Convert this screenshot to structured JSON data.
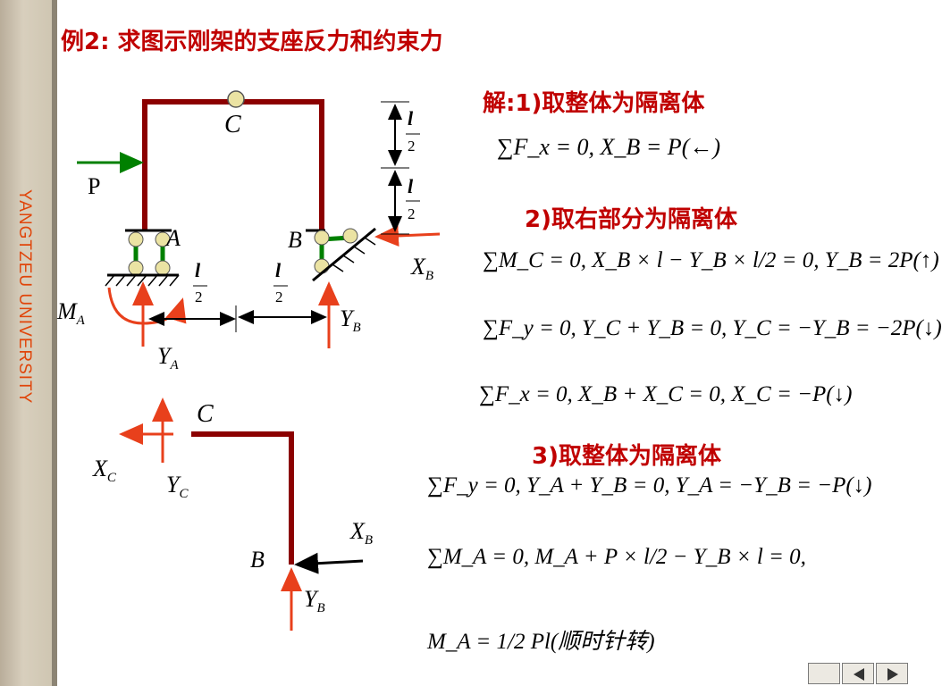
{
  "sidebar": {
    "text": "YANGTZEU   UNIVERSITY"
  },
  "title": "例2: 求图示刚架的支座反力和约束力",
  "steps": {
    "step1": "解:1)取整体为隔离体",
    "step2": "2)取右部分为隔离体",
    "step3": "3)取整体为隔离体"
  },
  "diagram": {
    "labels": {
      "C_top": "C",
      "P": "P",
      "A": "A",
      "B": "B",
      "XB": "X",
      "XB_sub": "B",
      "MA": "M",
      "MA_sub": "A",
      "YA": "Y",
      "YA_sub": "A",
      "YB": "Y",
      "YB_sub": "B",
      "l": "l",
      "two": "2",
      "C_low": "C",
      "XC": "X",
      "XC_sub": "C",
      "YC": "Y",
      "YC_sub": "C",
      "XB2": "X",
      "XB2_sub": "B",
      "B2": "B",
      "YB2": "Y",
      "YB2_sub": "B"
    }
  },
  "equations": {
    "e1": "∑F_x = 0,   X_B = P(←)",
    "e2": "∑M_C = 0, X_B × l − Y_B × l/2 = 0, Y_B = 2P(↑)",
    "e3": "∑F_y = 0, Y_C + Y_B = 0, Y_C = −Y_B = −2P(↓)",
    "e4": "∑F_x = 0,   X_B + X_C = 0, X_C = −P(↓)",
    "e5": "∑F_y = 0, Y_A + Y_B = 0, Y_A = −Y_B = −P(↓)",
    "e6": "∑M_A = 0, M_A + P × l/2 − Y_B × l = 0,",
    "e7": "M_A = 1/2 Pl(顺时针转)"
  },
  "nav": {
    "prev": "previous-slide",
    "next": "next-slide"
  },
  "colors": {
    "title": "#c00000",
    "frame": "#8b0000",
    "force": "#e8401c",
    "support": "#008000"
  }
}
